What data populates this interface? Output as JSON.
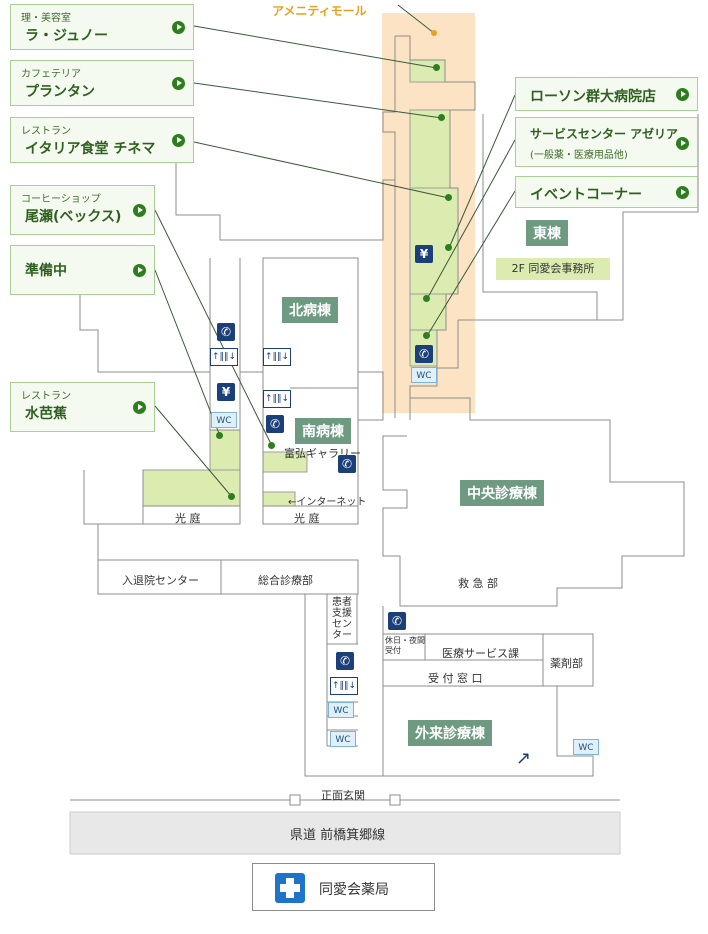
{
  "amenity_label": "アメニティモール",
  "cards": [
    {
      "caption": "理・美容室",
      "name": "ラ・ジュノー"
    },
    {
      "caption": "カフェテリア",
      "name": "プランタン"
    },
    {
      "caption": "レストラン",
      "name": "イタリア食堂 チネマ"
    },
    {
      "caption": "コーヒーショップ",
      "name": "尾瀬(ベックス)"
    },
    {
      "caption": "",
      "name": "準備中"
    },
    {
      "caption": "レストラン",
      "name": "水芭蕉"
    },
    {
      "caption": "",
      "name": "ローソン群大病院店"
    },
    {
      "caption": "(一般薬・医療用品他)",
      "name": "サービスセンター アゼリア"
    },
    {
      "caption": "",
      "name": "イベントコーナー"
    }
  ],
  "buildings": {
    "east": "東棟",
    "north_ward": "北病棟",
    "south_ward": "南病棟",
    "central": "中央診療棟",
    "outpatient": "外来診療棟"
  },
  "labels": {
    "doaikai_office": "2F 同愛会事務所",
    "gallery": "富弘ギャラリー",
    "internet": "←インターネット",
    "courtyard": "光 庭",
    "admission": "入退院センター",
    "general_clinic": "総合診療部",
    "patient_support": "患者支援センター",
    "emergency": "救 急 部",
    "holiday": "休日・夜間受付",
    "medical_service": "医療サービス課",
    "reception": "受 付 窓 口",
    "pharmacy_dept": "薬剤部",
    "main_entrance": "正面玄関",
    "road": "県道 前橋箕郷線",
    "pharmacy": "同愛会薬局",
    "wc": "WC",
    "yen": "¥",
    "arrows": "↑‖‖↓",
    "phone": "✆",
    "escalator": "↗"
  },
  "colors": {
    "accent": "#2e7d1e",
    "mall": "#fbe3c4",
    "shop": "#dcebb0",
    "building": "#6e9a82",
    "icon": "#1b3f78"
  }
}
